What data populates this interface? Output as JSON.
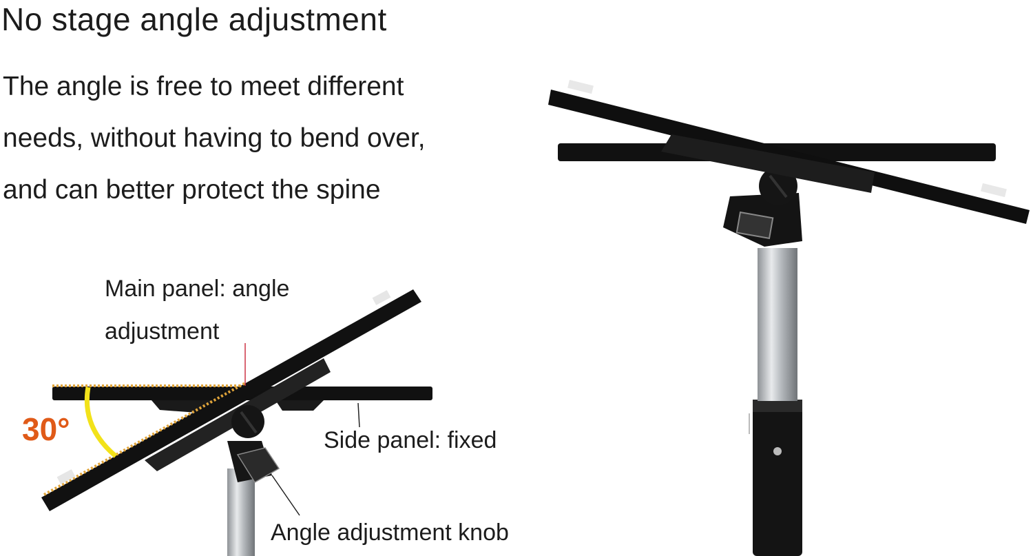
{
  "title": "No stage angle adjustment",
  "description": {
    "lines": [
      "The angle is free to meet different",
      "needs, without having to bend over,",
      "and can better protect the spine"
    ]
  },
  "callouts": {
    "main_panel_line1": "Main panel: angle",
    "main_panel_line2": "adjustment",
    "side_panel": "Side panel: fixed",
    "knob": "Angle adjustment knob",
    "angle": "30°"
  },
  "colors": {
    "panel": "#111111",
    "pole": "#b8bcc0",
    "angle_text": "#e05a18",
    "arc": "#f2e21a",
    "dotted_edge": "#e0a43a"
  }
}
